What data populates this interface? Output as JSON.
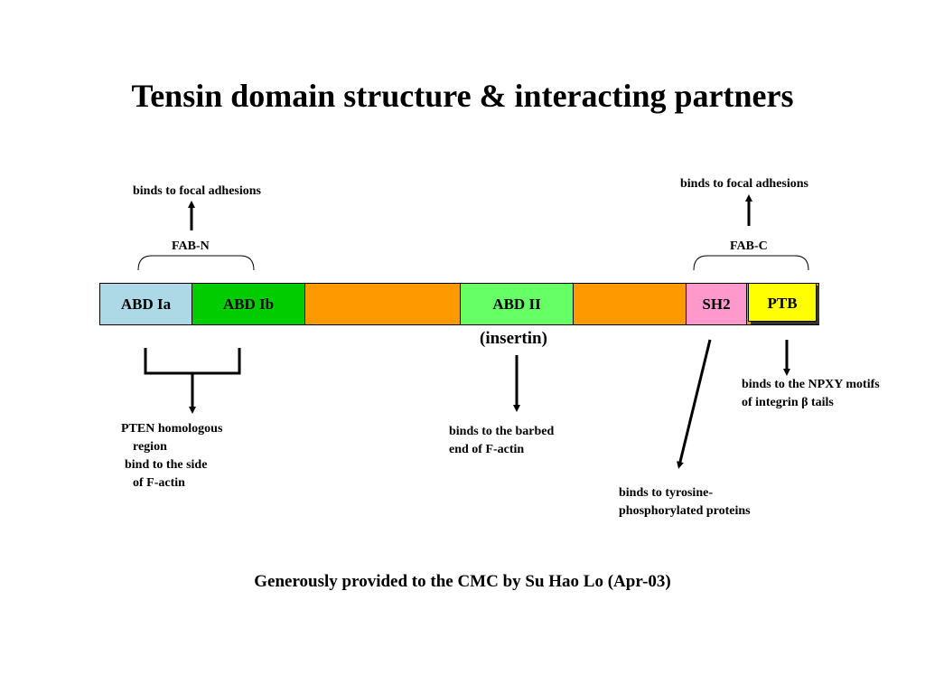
{
  "title": "Tensin domain structure & interacting partners",
  "fab_n": {
    "label": "FAB-N",
    "annotation": "binds to focal adhesions"
  },
  "fab_c": {
    "label": "FAB-C",
    "annotation": "binds to focal adhesions"
  },
  "domains": {
    "abd_ia": {
      "label": "ABD Ia",
      "color": "#add8e6"
    },
    "abd_ib": {
      "label": "ABD Ib",
      "color": "#00cc00"
    },
    "abd_ii": {
      "label": "ABD II",
      "color": "#66ff66"
    },
    "sh2": {
      "label": "SH2",
      "color": "#ff99cc"
    },
    "ptb": {
      "label": "PTB",
      "color": "#ffff00"
    },
    "linker_color": "#ff9900"
  },
  "insertin_label": "(insertin)",
  "annotations": {
    "pten": {
      "line1": "PTEN homologous",
      "line2": "region",
      "line3": "bind to the side",
      "line4": "of F-actin"
    },
    "barbed": {
      "line1": "binds to the barbed",
      "line2": "end of F-actin"
    },
    "tyrosine": {
      "line1": "binds to tyrosine-",
      "line2": "phosphorylated proteins"
    },
    "npxy": {
      "line1": "binds to the NPXY motifs",
      "line2": "of integrin β tails"
    }
  },
  "footer": "Generously provided to the CMC by Su Hao Lo (Apr-03)"
}
